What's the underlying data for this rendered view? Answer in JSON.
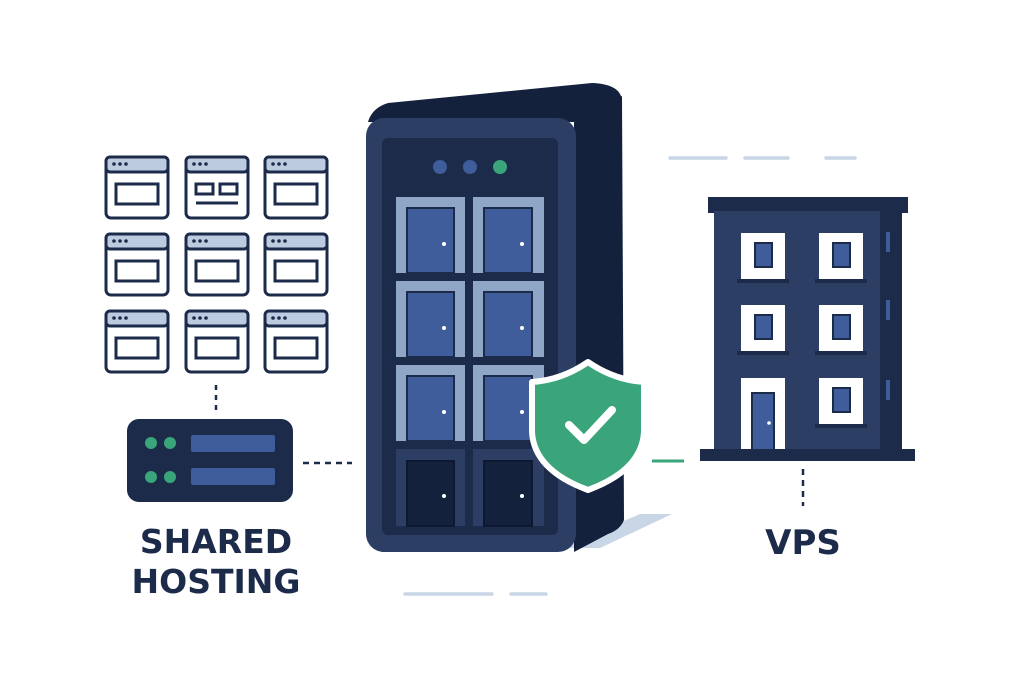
{
  "labels": {
    "shared_line1": "SHARED",
    "shared_line2": "HOSTING",
    "vps": "VPS"
  },
  "colors": {
    "navy": "#1d2b4a",
    "navy_dark": "#14213d",
    "server_body": "#2c3e63",
    "door_blue": "#3f5d9a",
    "door_frame": "#8fa6c6",
    "accent_green": "#3aa57a",
    "light_blue": "#c9d6e6",
    "window_header": "#bccbe0"
  },
  "icons": {
    "website_tile": "browser-window-icon",
    "shield": "shield-check-icon",
    "server_unit": "server-unit-icon",
    "building": "building-icon"
  }
}
